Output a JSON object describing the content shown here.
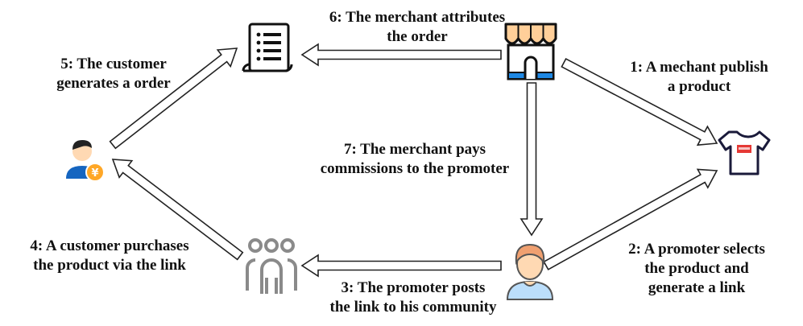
{
  "steps": {
    "s1": {
      "line1": "1: A mechant publish",
      "line2": "a product"
    },
    "s2": {
      "line1": "2: A promoter selects",
      "line2": "the product and",
      "line3": "generate a link"
    },
    "s3": {
      "line1": "3: The promoter posts",
      "line2": "the link to his community"
    },
    "s4": {
      "line1": "4: A customer purchases",
      "line2": "the product via the link"
    },
    "s5": {
      "line1": "5: The customer",
      "line2": "generates a order"
    },
    "s6": {
      "line1": "6: The merchant attributes",
      "line2": "the order"
    },
    "s7": {
      "line1": "7: The merchant pays",
      "line2": "commissions to the promoter"
    }
  },
  "icons": {
    "merchant": "store-icon",
    "order": "receipt-icon",
    "product": "tshirt-icon",
    "promoter": "promoter-avatar-icon",
    "community": "group-icon",
    "customer": "customer-coin-icon",
    "coin_glyph": "¥"
  },
  "colors": {
    "awning": "#ffcf99",
    "store_blue": "#1e88e5",
    "tshirt_red": "#e53935",
    "skin": "#ffd9b3",
    "promoter_hair": "#f0a070",
    "promoter_shirt": "#bbdefb",
    "customer_shirt": "#1565c0",
    "coin": "#ffa726",
    "gray": "#8a8a8a"
  }
}
